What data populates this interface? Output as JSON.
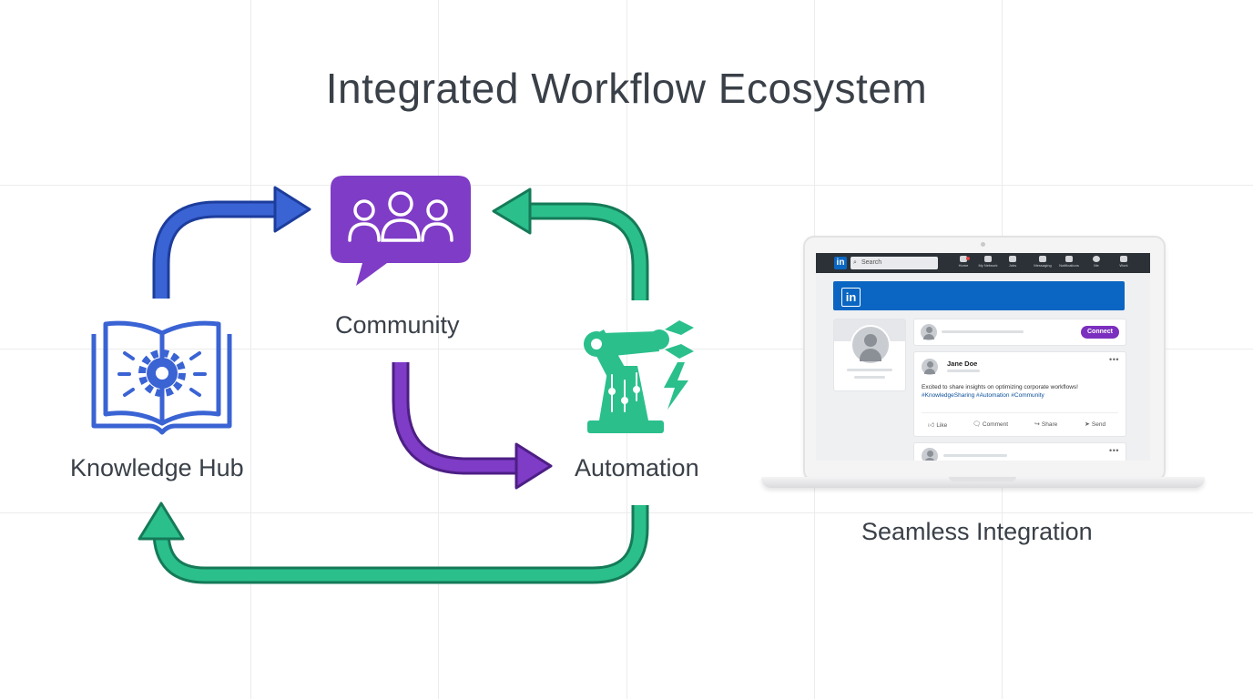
{
  "title": "Integrated Workflow Ecosystem",
  "nodes": {
    "community": "Community",
    "knowledge_hub": "Knowledge Hub",
    "automation": "Automation",
    "integration": "Seamless Integration"
  },
  "colors": {
    "blue": "#3a63d4",
    "purple": "#7f3cc6",
    "green": "#2bbf8c",
    "linkedin_blue": "#0a66c2",
    "connect_purple": "#7b2fbe"
  },
  "icons": [
    "people-chat-icon",
    "book-gear-icon",
    "robot-arm-icon",
    "laptop-icon"
  ],
  "linkedin": {
    "logo": "in",
    "search_placeholder": "Search",
    "nav": [
      "Home",
      "My Network",
      "Jobs",
      "Messaging",
      "Notifications",
      "Me",
      "Work"
    ],
    "connect_label": "Connect",
    "post": {
      "author": "Jane Doe",
      "text": "Excited to share insights on optimizing corporate workflows!",
      "tags": "#KnowledgeSharing #Automation #Community",
      "more": "•••",
      "actions": [
        "Like",
        "Comment",
        "Share",
        "Send"
      ]
    }
  }
}
